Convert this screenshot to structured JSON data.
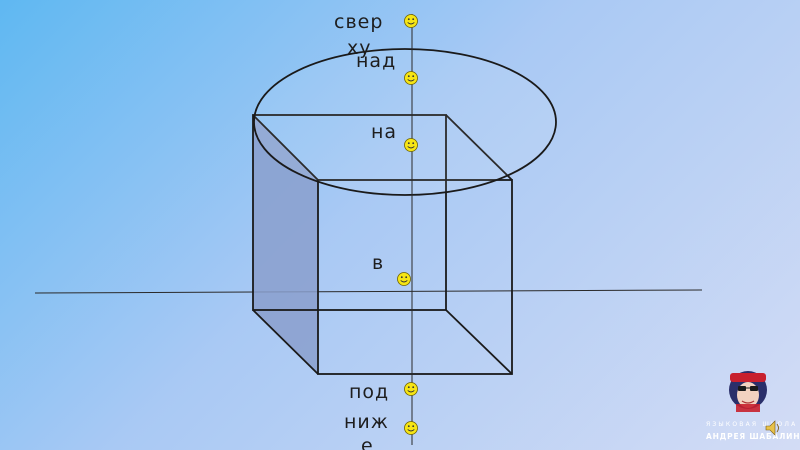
{
  "words": {
    "top": "свер",
    "top_wrap": "ху",
    "above": "над",
    "on": "на",
    "in": "в",
    "under": "под",
    "below": "ниж",
    "below_wrap": "е"
  },
  "brand": {
    "line1": "ЯЗЫКОВАЯ ШКОЛА",
    "line2": "АНДРЕЯ ШАБАЛИНА"
  },
  "colors": {
    "smiley_fill": "#f6e514",
    "cube_side_shade": "#8a9fcc",
    "line": "#1a1a1a"
  },
  "icons": {
    "smiley": "smiley-icon",
    "speaker": "speaker-icon",
    "logo": "school-logo"
  }
}
